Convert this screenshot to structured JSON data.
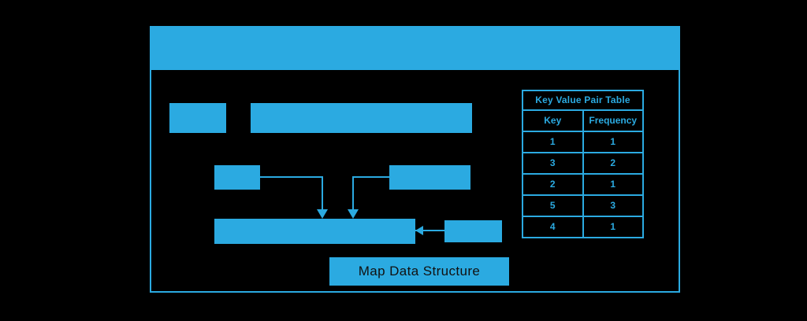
{
  "page": {
    "background_color": "#000000",
    "accent_color": "#2BAAE1",
    "text_on_accent_color": "#111111"
  },
  "window": {
    "header": {
      "title": ""
    },
    "body": {
      "label": ""
    }
  },
  "diagram": {
    "blocks": [
      {
        "name": "box-top-left",
        "label": ""
      },
      {
        "name": "box-top-right",
        "label": ""
      },
      {
        "name": "box-mid-left",
        "label": ""
      },
      {
        "name": "box-mid-right",
        "label": ""
      },
      {
        "name": "box-wide",
        "label": ""
      },
      {
        "name": "box-right-small",
        "label": ""
      }
    ],
    "caption": "Map Data Structure"
  },
  "kv_table": {
    "title": "Key Value Pair Table",
    "columns": [
      "Key",
      "Frequency"
    ],
    "rows": [
      [
        "1",
        "1"
      ],
      [
        "3",
        "2"
      ],
      [
        "2",
        "1"
      ],
      [
        "5",
        "3"
      ],
      [
        "4",
        "1"
      ]
    ]
  }
}
